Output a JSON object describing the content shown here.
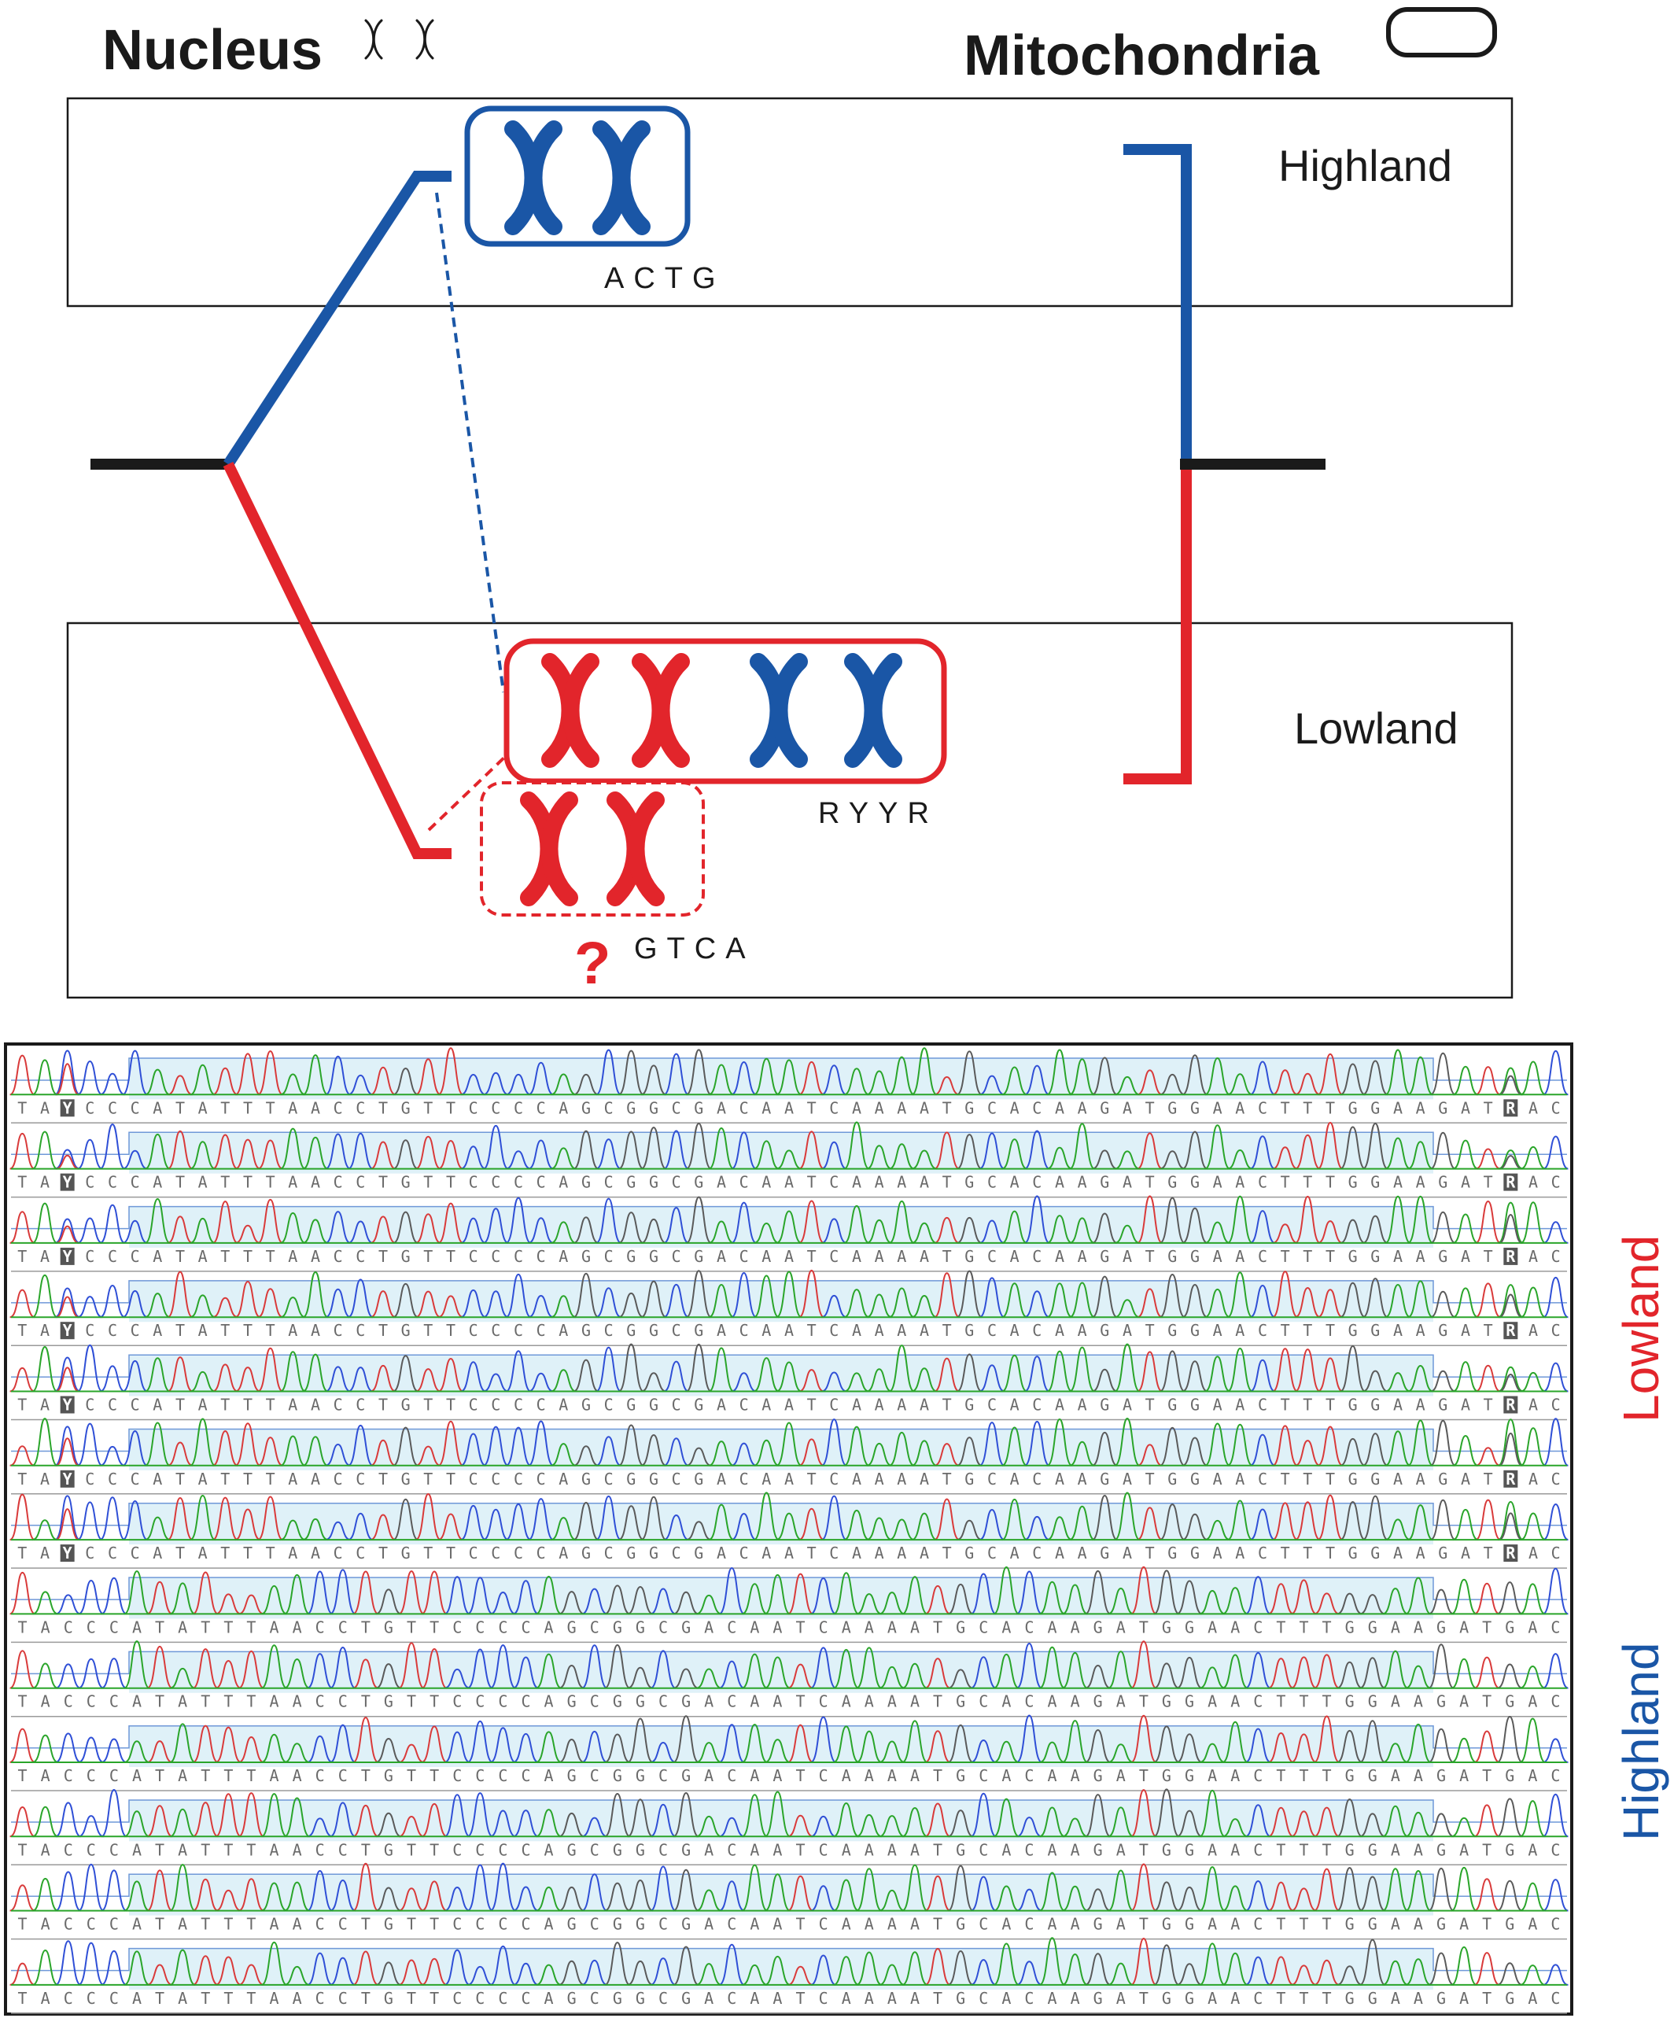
{
  "titles": {
    "nucleus": "Nucleus",
    "mitochondria": "Mitochondria"
  },
  "regions": {
    "highland": "Highland",
    "lowland": "Lowland"
  },
  "genotypes": {
    "highland": "ACTG",
    "lowland_hybrid": "RYYR",
    "lowland_ancestral": "GTCA",
    "unknown": "?"
  },
  "side_labels": {
    "lowland": "Lowland",
    "highland": "Highland"
  },
  "colors": {
    "highland": "#1a56a6",
    "lowland": "#e2252b",
    "ancestor": "#1a1a1a",
    "chrom_bg": "#dff1f8",
    "ambiguity_bg": "#555555"
  },
  "chromatograms": {
    "sequence": "TACCCATATTTAACCTGTTCCCCAGCGGCGACAATCAAAATGCACAAGATGGAACTTTGGAAGATGAC",
    "lowland_sequence": "TAYCCCATATTTAACCTGTTCCCCAGCGGCGACAATCAAAATGCACAAGATGGAACTTTGGAAGATRAC",
    "lowland_rows": 7,
    "highland_rows": 6,
    "ambiguity_codes": [
      "Y",
      "R"
    ]
  }
}
